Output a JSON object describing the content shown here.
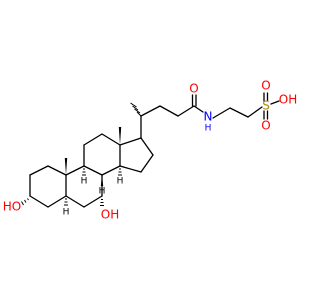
{
  "colors": {
    "background": "#ffffff",
    "bond": "#000000",
    "oxygen": "#ff0000",
    "nitrogen": "#0000ff",
    "sulfur": "#b8860b",
    "hydrogen_label": "#000000"
  },
  "atom_labels": {
    "oh_3": "HO",
    "oh_7": "OH",
    "amide_o": "O",
    "amide_nh": "N",
    "amide_h": "H",
    "sulfur": "S",
    "sulfonyl_o_top": "O",
    "sulfonyl_o_bottom": "O",
    "sulfonic_oh": "OH",
    "stereo_h_5": "H",
    "stereo_h_8": "H",
    "stereo_h_9": "H",
    "stereo_h_14": "H"
  }
}
